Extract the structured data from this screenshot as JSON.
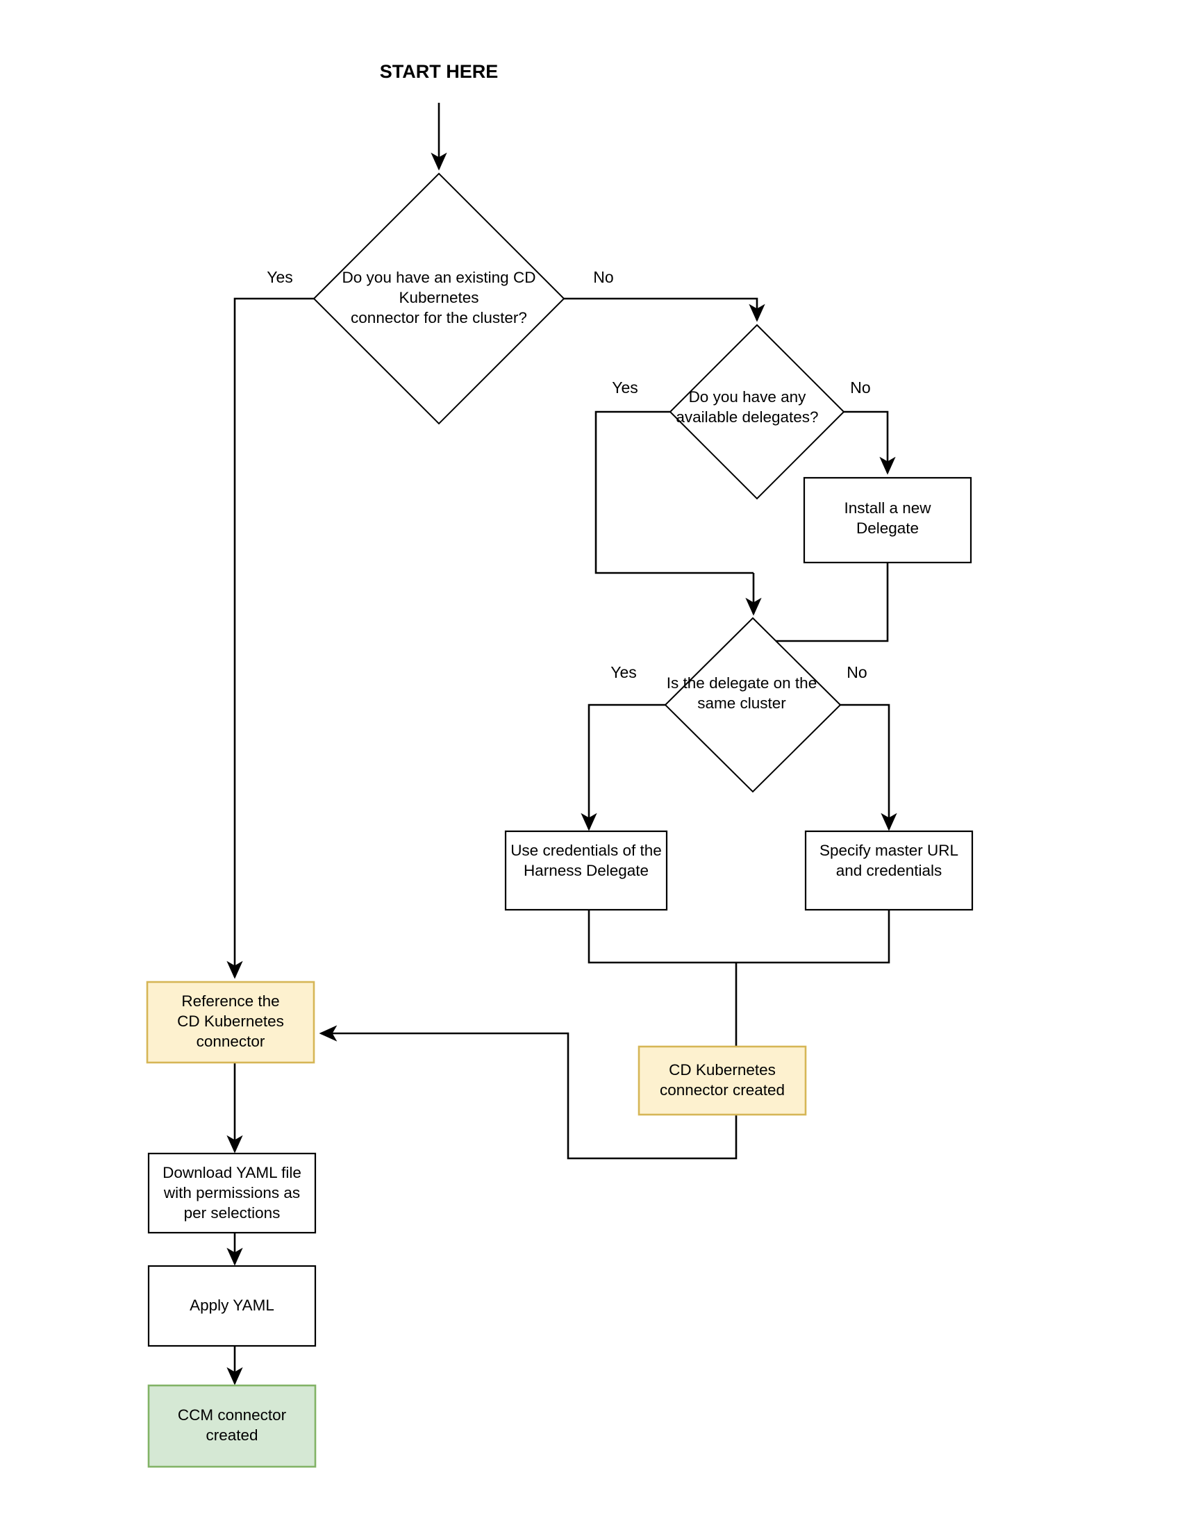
{
  "diagram": {
    "title_label": "START HERE",
    "type": "flowchart",
    "colors": {
      "accent_yellow_fill": "#fdf1cf",
      "accent_yellow_stroke": "#d6b656",
      "accent_green_fill": "#d5e8d4",
      "accent_green_stroke": "#82b366",
      "default_fill": "#ffffff",
      "default_stroke": "#000000",
      "background": "#ffffff"
    },
    "nodes": [
      {
        "id": "d1",
        "shape": "diamond",
        "lines": [
          "Do you have an existing CD",
          "Kubernetes",
          "connector for the cluster?"
        ]
      },
      {
        "id": "d2",
        "shape": "diamond",
        "lines": [
          "Do you have any",
          "available delegates?"
        ]
      },
      {
        "id": "b_install",
        "shape": "rect",
        "lines": [
          "Install a new",
          "Delegate"
        ]
      },
      {
        "id": "d3",
        "shape": "diamond",
        "lines": [
          "Is the delegate on the",
          "same cluster"
        ]
      },
      {
        "id": "b_use_creds",
        "shape": "rect",
        "lines": [
          "Use credentials of the",
          "Harness Delegate"
        ]
      },
      {
        "id": "b_master_url",
        "shape": "rect",
        "lines": [
          "Specify master URL",
          "and credentials"
        ]
      },
      {
        "id": "b_reference",
        "shape": "rect",
        "style": "accent-yellow",
        "lines": [
          "Reference the",
          "CD Kubernetes",
          "connector"
        ]
      },
      {
        "id": "b_cd_created",
        "shape": "rect",
        "style": "accent-yellow",
        "lines": [
          "CD Kubernetes",
          "connector created"
        ]
      },
      {
        "id": "b_download",
        "shape": "rect",
        "lines": [
          "Download YAML file",
          "with permissions as",
          "per selections"
        ]
      },
      {
        "id": "b_apply",
        "shape": "rect",
        "lines": [
          "Apply YAML"
        ]
      },
      {
        "id": "b_ccm_created",
        "shape": "rect",
        "style": "accent-green",
        "lines": [
          "CCM connector",
          "created"
        ]
      }
    ],
    "edge_labels": {
      "d1_yes": "Yes",
      "d1_no": "No",
      "d2_yes": "Yes",
      "d2_no": "No",
      "d3_yes": "Yes",
      "d3_no": "No"
    }
  }
}
